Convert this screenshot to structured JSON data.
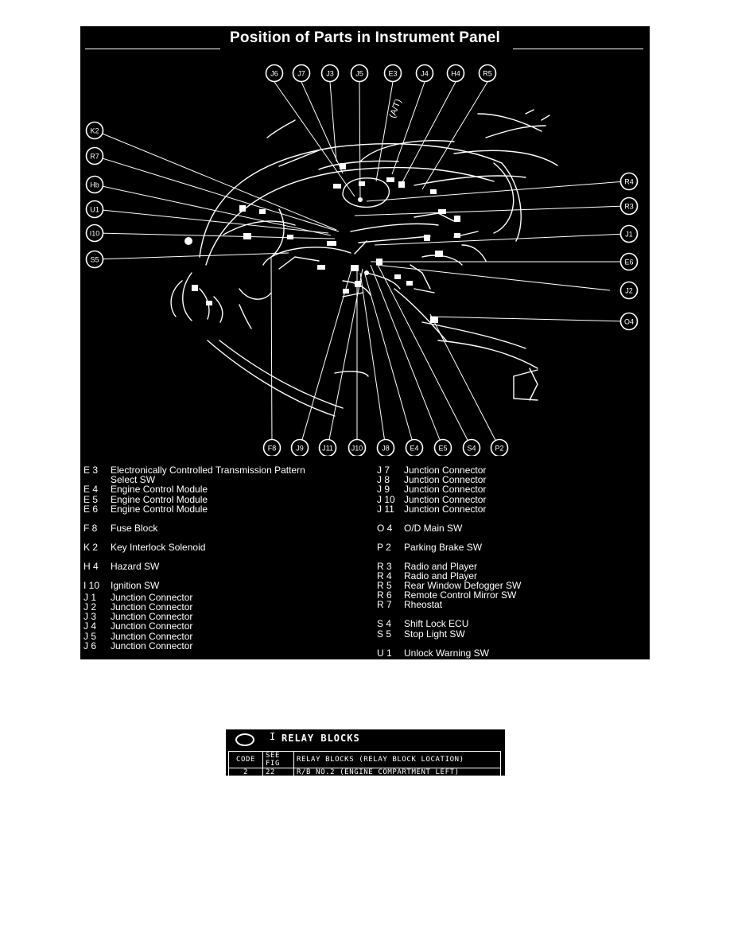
{
  "panel": {
    "title": "Position of Parts in Instrument Panel",
    "callouts": {
      "top": [
        "J6",
        "J7",
        "J3",
        "J5",
        "E3",
        "J4",
        "H4",
        "R5"
      ],
      "left": [
        "K2",
        "R7",
        "Hb",
        "U1",
        "I10",
        "S5"
      ],
      "right": [
        "R4",
        "R3",
        "J1",
        "E6",
        "J2",
        "O4"
      ],
      "bottom": [
        "F8",
        "J9",
        "J11",
        "J10",
        "J8",
        "E4",
        "E5",
        "S4",
        "P2"
      ]
    },
    "annotation": "(A/T)",
    "legend_left": [
      {
        "code": "E 3",
        "desc": "Electronically Controlled Transmission Pattern"
      },
      {
        "code": "",
        "desc": "Select SW"
      },
      {
        "code": "E 4",
        "desc": "Engine Control Module"
      },
      {
        "code": "E 5",
        "desc": "Engine Control Module"
      },
      {
        "code": "E 6",
        "desc": "Engine Control Module"
      },
      {
        "code": "F 8",
        "desc": "Fuse Block"
      },
      {
        "code": "K 2",
        "desc": "Key Interlock Solenoid"
      },
      {
        "code": "H 4",
        "desc": "Hazard SW"
      },
      {
        "code": "I 10",
        "desc": "Ignition SW"
      },
      {
        "code": "J 1",
        "desc": "Junction Connector"
      },
      {
        "code": "J 2",
        "desc": "Junction Connector"
      },
      {
        "code": "J 3",
        "desc": "Junction Connector"
      },
      {
        "code": "J 4",
        "desc": "Junction Connector"
      },
      {
        "code": "J 5",
        "desc": "Junction Connector"
      },
      {
        "code": "J 6",
        "desc": "Junction Connector"
      }
    ],
    "legend_right": [
      {
        "code": "J 7",
        "desc": "Junction Connector"
      },
      {
        "code": "J 8",
        "desc": "Junction Connector"
      },
      {
        "code": "J 9",
        "desc": "Junction Connector"
      },
      {
        "code": "J 10",
        "desc": "Junction Connector"
      },
      {
        "code": "J 11",
        "desc": "Junction Connector"
      },
      {
        "code": "O 4",
        "desc": "O/D Main SW"
      },
      {
        "code": "P 2",
        "desc": "Parking Brake SW"
      },
      {
        "code": "R 3",
        "desc": "Radio and Player"
      },
      {
        "code": "R 4",
        "desc": "Radio and Player"
      },
      {
        "code": "R 5",
        "desc": "Rear Window Defogger SW"
      },
      {
        "code": "R 6",
        "desc": "Remote Control Mirror SW"
      },
      {
        "code": "R 7",
        "desc": "Rheostat"
      },
      {
        "code": "S 4",
        "desc": "Shift Lock ECU"
      },
      {
        "code": "S 5",
        "desc": "Stop Light SW"
      },
      {
        "code": "U 1",
        "desc": "Unlock Warning SW"
      }
    ]
  },
  "relay": {
    "separator": "I",
    "title": "RELAY BLOCKS",
    "headers": [
      "CODE",
      "SEE FIG",
      "RELAY BLOCKS (RELAY BLOCK LOCATION)"
    ],
    "rows": [
      [
        "2",
        "22",
        "R/B NO.2 (ENGINE COMPARTMENT LEFT)"
      ]
    ]
  }
}
